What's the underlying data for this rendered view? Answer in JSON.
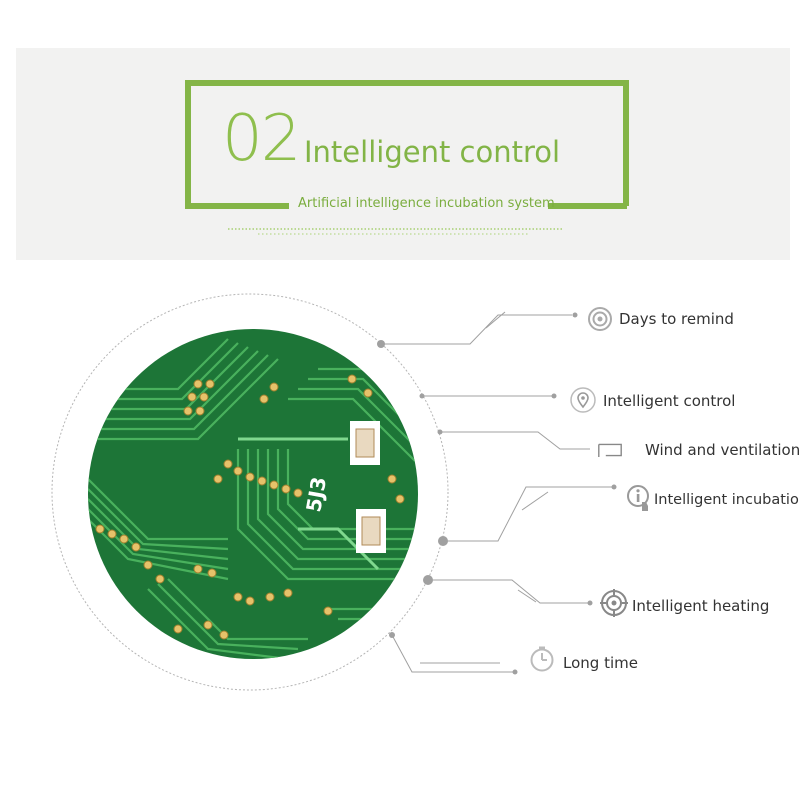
{
  "header": {
    "number": "02",
    "title": "Intelligent control",
    "subtitle": "Artificial intelligence incubation system"
  },
  "features": [
    {
      "label": "Days to remind",
      "icon": "target-ring-icon"
    },
    {
      "label": "Intelligent control",
      "icon": "location-pin-icon"
    },
    {
      "label": "Wind and ventilation",
      "icon": "ventilation-frame-icon"
    },
    {
      "label": "Intelligent incubation",
      "icon": "info-hand-icon"
    },
    {
      "label": "Intelligent heating",
      "icon": "heating-crosshair-icon"
    },
    {
      "label": "Long time",
      "icon": "stopwatch-icon"
    }
  ],
  "pcb_marking": "5J3",
  "colors": {
    "accent_green": "#84b547",
    "pcb_green": "#1f7a3a",
    "trace_green": "#5cc46e",
    "pad_gold": "#e8c46a",
    "line_gray": "#9a9a9a"
  }
}
